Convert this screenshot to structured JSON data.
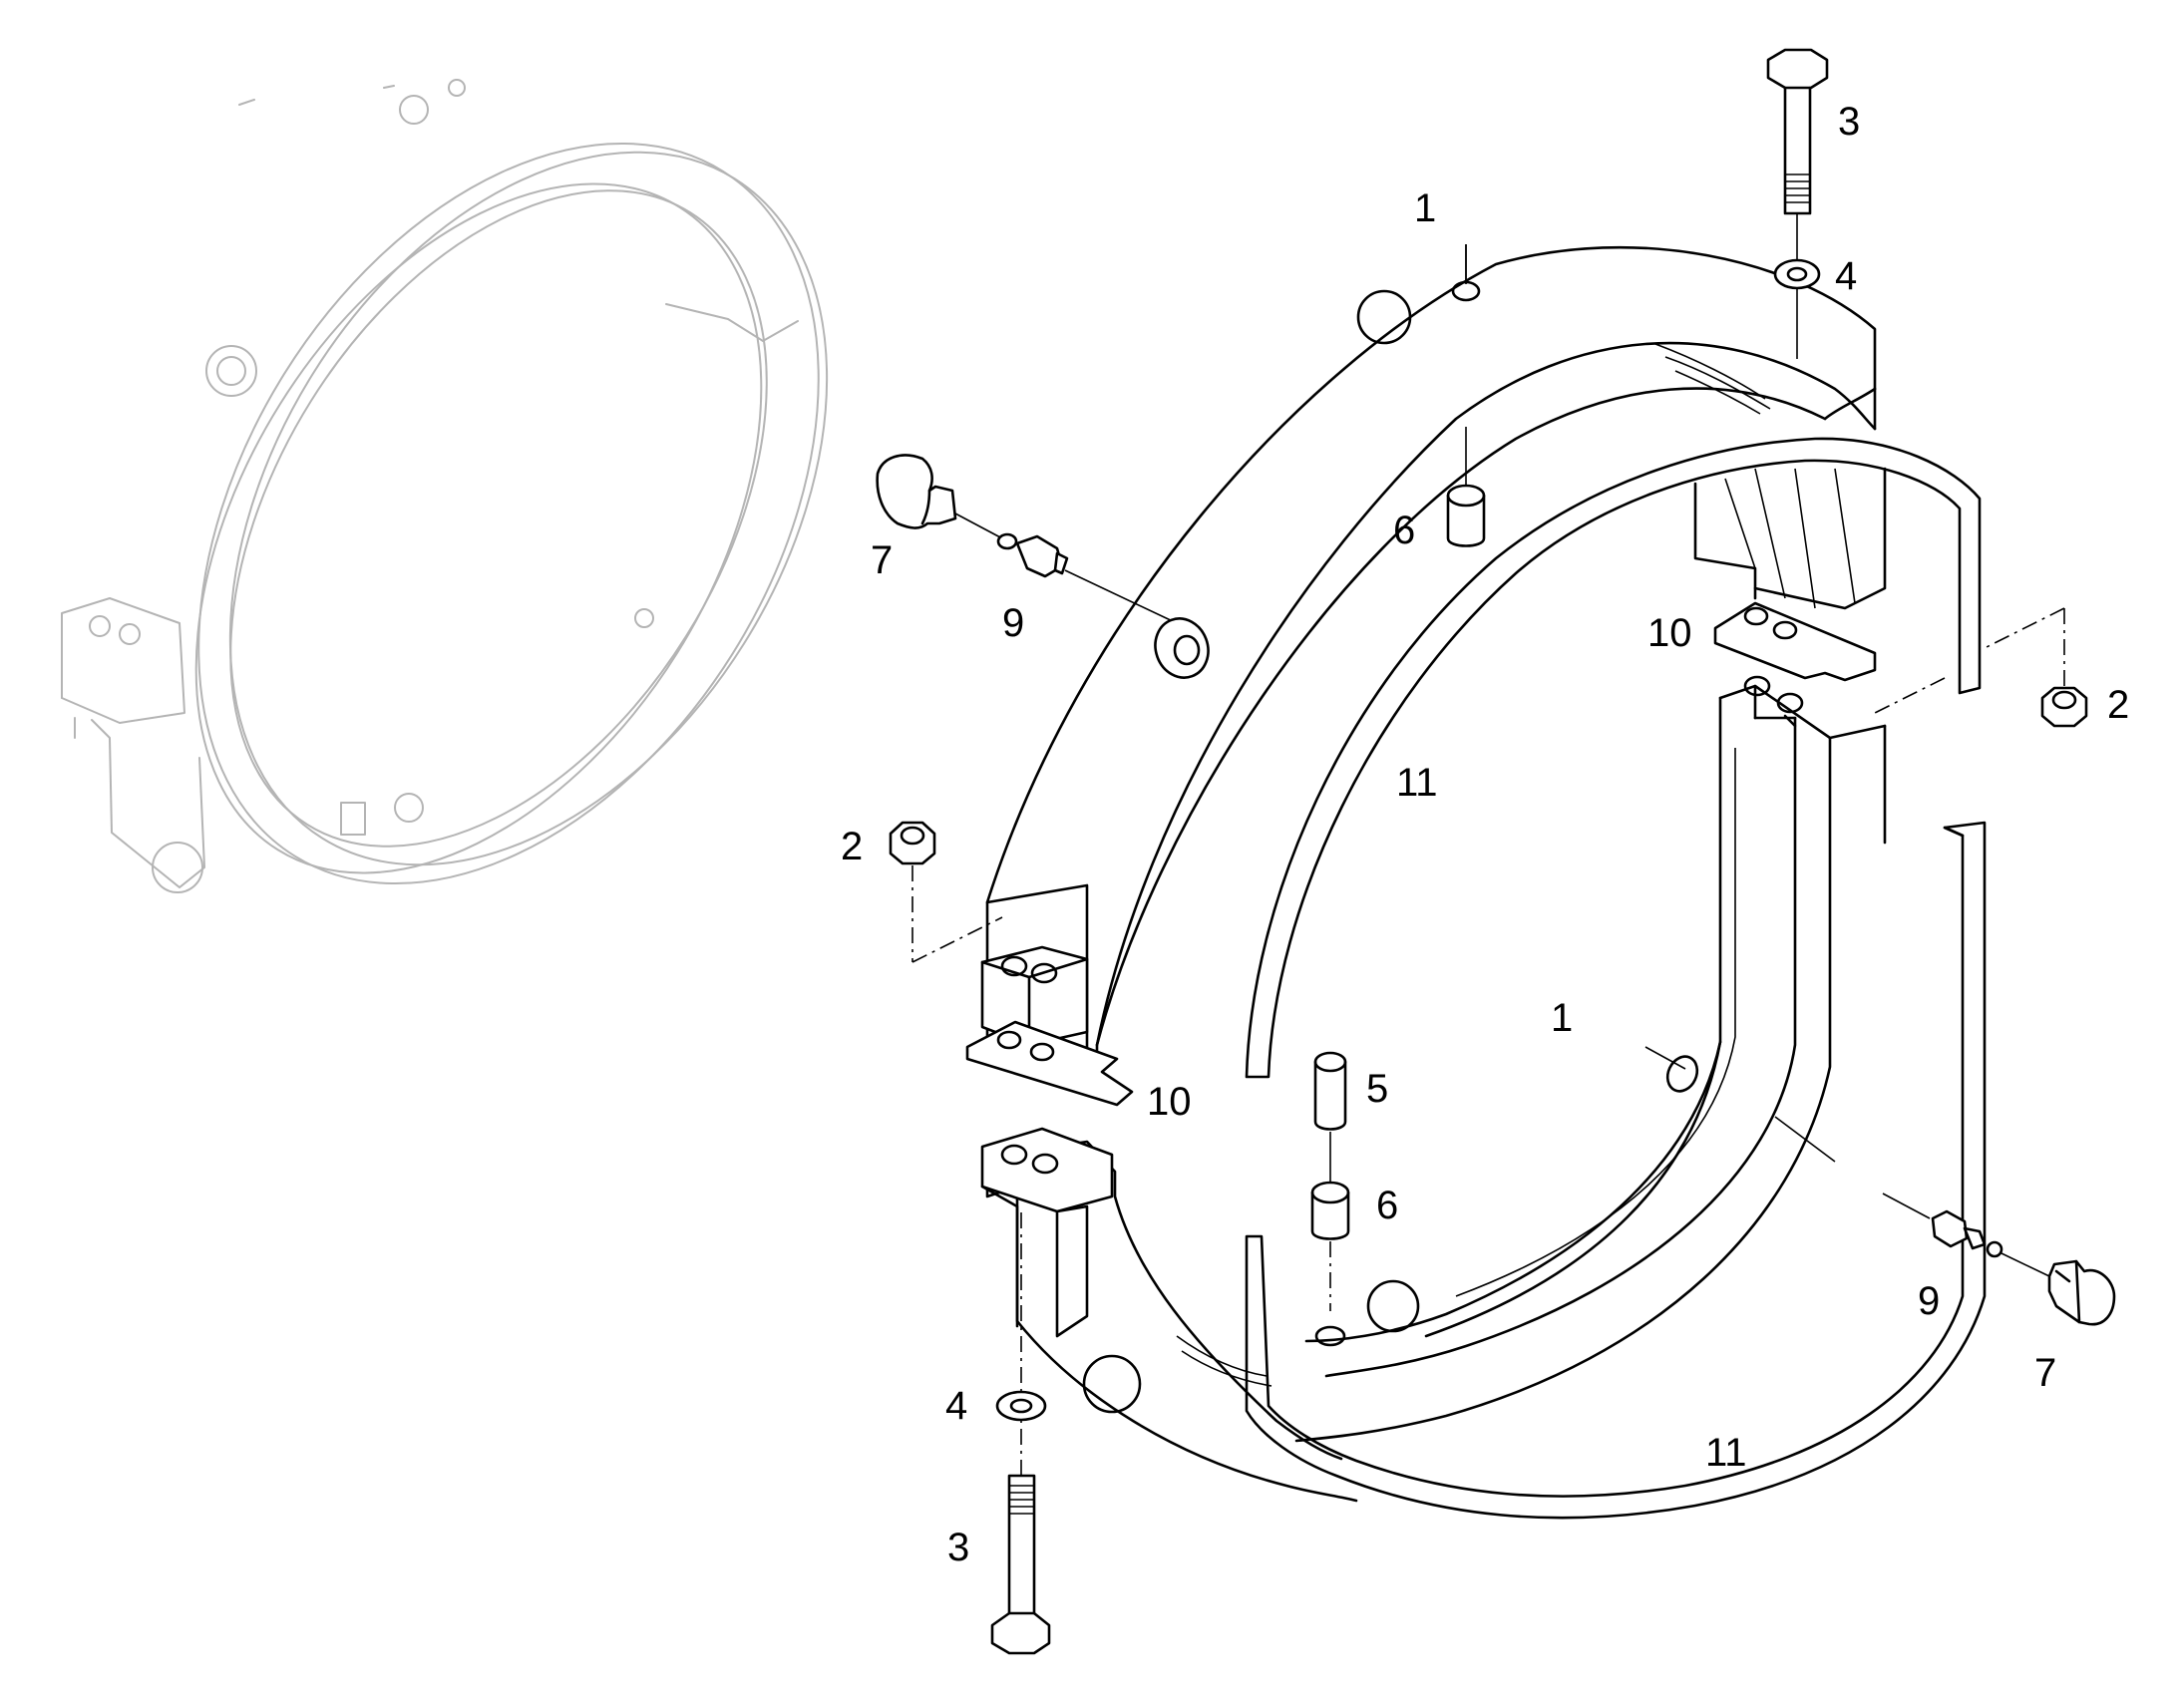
{
  "diagram": {
    "callouts": {
      "c1_top": "1",
      "c1_mid": "1",
      "c2_left": "2",
      "c2_right": "2",
      "c3_top": "3",
      "c3_bottom": "3",
      "c4_top": "4",
      "c4_bottom": "4",
      "c5": "5",
      "c6_top": "6",
      "c6_bottom": "6",
      "c7_left": "7",
      "c7_right": "7",
      "c9_left": "9",
      "c9_right": "9",
      "c10_top": "10",
      "c10_left": "10",
      "c11_top": "11",
      "c11_bottom": "11"
    },
    "colors": {
      "line": "#000000",
      "ghost": "#b4b4b4",
      "background": "#ffffff"
    }
  }
}
